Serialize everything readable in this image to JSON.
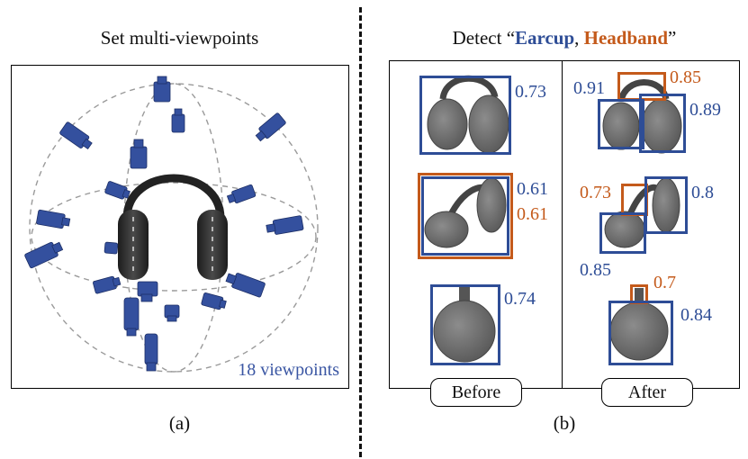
{
  "panel_a": {
    "title": "Set multi-viewpoints",
    "viewpoint_label": "18 viewpoints",
    "caption": "(a)"
  },
  "panel_b": {
    "title_prefix": "Detect “",
    "title_earcup": "Earcup",
    "title_sep": ", ",
    "title_headband": "Headband",
    "title_suffix": "”",
    "caption": "(b)",
    "before_label": "Before",
    "after_label": "After",
    "before_scores": {
      "row1_earcup": "0.73",
      "row2_earcup": "0.61",
      "row2_headband": "0.61",
      "row3_earcup": "0.74"
    },
    "after_scores": {
      "row1_earcup_left": "0.91",
      "row1_headband": "0.85",
      "row1_earcup_right": "0.89",
      "row2_headband": "0.73",
      "row2_earcup_right": "0.8",
      "row2_earcup_left": "0.85",
      "row3_headband": "0.7",
      "row3_earcup": "0.84"
    }
  },
  "colors": {
    "earcup": "#2e4d96",
    "headband": "#c45a1b",
    "camera": "#34509e",
    "headphone_gray": "#6e6e6e"
  }
}
